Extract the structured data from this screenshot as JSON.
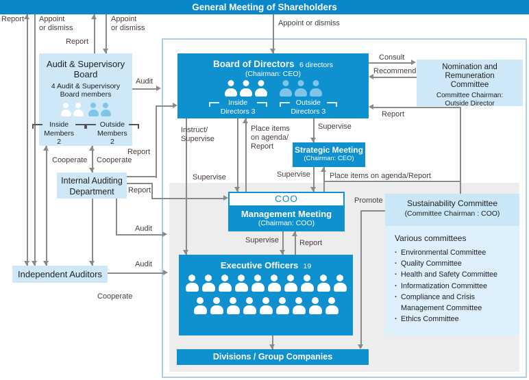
{
  "header": {
    "title": "General Meeting of Shareholders"
  },
  "arrow_labels": {
    "ia_report": "Report",
    "ia_appoint": "Appoint\nor dismiss",
    "asb_report": "Report",
    "asb_appoint": "Appoint\nor dismiss",
    "bod_appoint": "Appoint or dismiss",
    "asb_audit": "Audit",
    "cooperate_ia_asb": "Cooperate",
    "cooperate_asb_iad": "Cooperate",
    "iad_report_bod": "Report",
    "iad_report_coo": "Report",
    "iad_audit": "Audit",
    "cooperate_iad_ia": "Cooperate",
    "ia_audit": "Audit",
    "consult": "Consult",
    "recommend": "Recommend",
    "sus_report": "Report",
    "instruct_supervise": "Instruct/\nSupervise",
    "place_items_bod": "Place items\non agenda/\nReport",
    "supervise_sm": "Supervise",
    "supervise_eo": "Supervise",
    "supervise_coo": "Supervise",
    "place_items_sm": "Place items on agenda/Report",
    "supervise_mm": "Supervise",
    "report_mm": "Report",
    "promote": "Promote"
  },
  "asb": {
    "title": "Audit & Supervisory\nBoard",
    "subtitle": "4 Audit & Supervisory\nBoard members",
    "inside_label": "Inside\nMembers",
    "inside_count": 2,
    "outside_label": "Outside\nMembers",
    "outside_count": 2
  },
  "iad": {
    "title": "Internal Auditing\nDepartment"
  },
  "ia": {
    "title": "Independent Auditors"
  },
  "bod": {
    "title": "Board of Directors",
    "count": "6 directors",
    "chairman": "(Chairman: CEO)",
    "inside_label": "Inside\nDirectors 3",
    "inside_icons": 3,
    "outside_label": "Outside\nDirectors 3",
    "outside_icons": 3
  },
  "nrc": {
    "title": "Nomination and\nRemuneration\nCommittee",
    "chairman": "Committee Chairman:\nOutside Director"
  },
  "sm": {
    "title": "Strategic Meeting",
    "chairman": "(Chairman: CEO)"
  },
  "coo": {
    "title": "COO"
  },
  "mm": {
    "title": "Management Meeting",
    "chairman": "(Chairman: COO)"
  },
  "eo": {
    "title": "Executive Officers",
    "count": "19",
    "rows": [
      10,
      9
    ]
  },
  "dgc": {
    "title": "Divisions / Group Companies"
  },
  "sus": {
    "title": "Sustainability Committee",
    "chairman": "(Committee Chairman : COO)",
    "subtitle": "Various committees",
    "items": [
      "Environmental Committee",
      "Quality Committee",
      "Health and Safety Committee",
      "Informatization Committee",
      "Compliance and Crisis Management Committee",
      "Ethics Committee"
    ]
  },
  "colors": {
    "header_blue": "#0a87c9",
    "box_blue": "#0f90cf",
    "light_fill": "#cfe8f7",
    "sus_header": "#c9e7f7",
    "sus_body": "#def0fb",
    "panel_gray": "#ededee",
    "line_gray": "#8a8a8a",
    "label_text": "#4a3c35",
    "person_light": "#7ec5e9"
  }
}
